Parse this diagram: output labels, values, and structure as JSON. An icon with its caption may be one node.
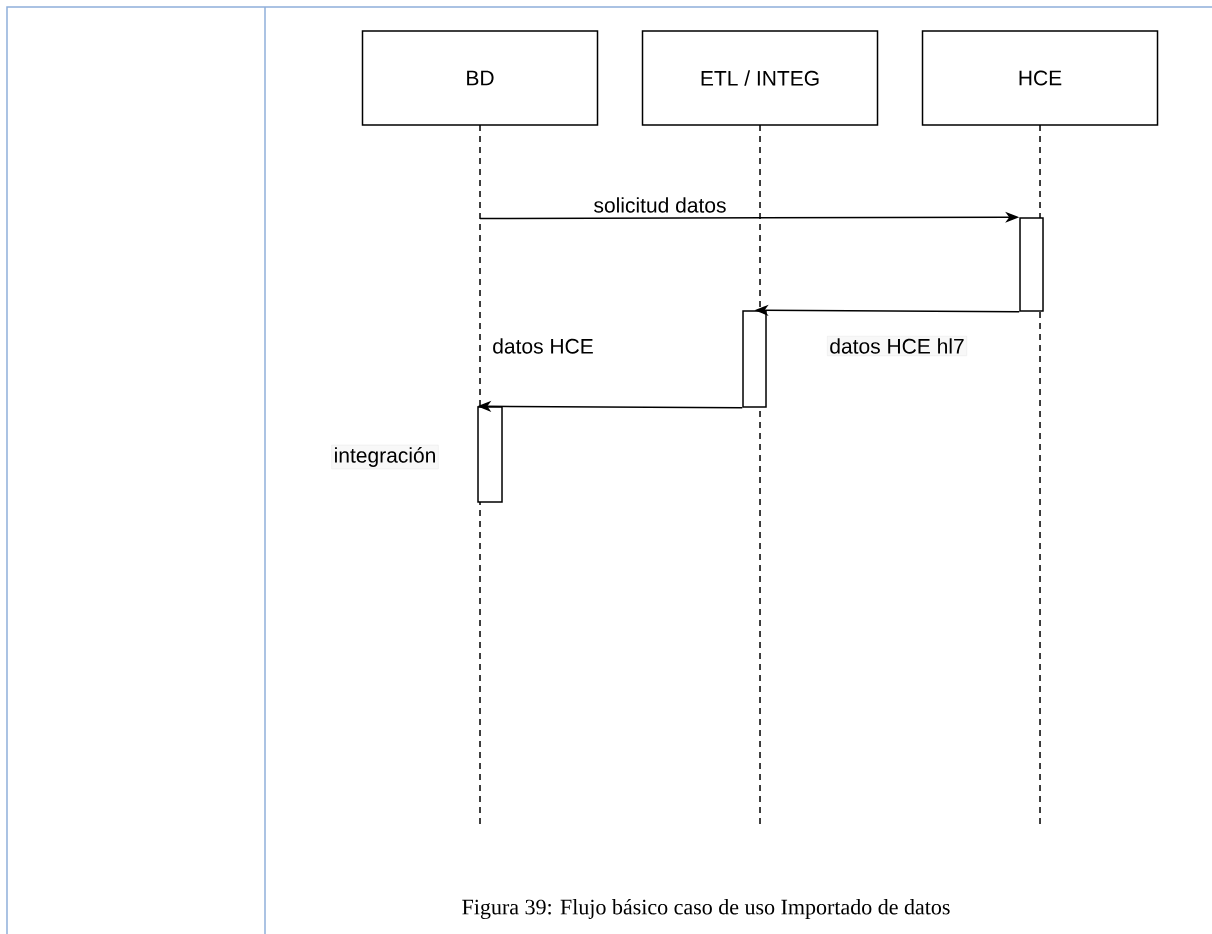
{
  "diagram": {
    "caption": "Figura 39: Flujo básico caso de uso Importado de datos",
    "nodes": [
      {
        "text": [
          "BD"
        ]
      },
      {
        "text": [
          "ETL / INTEG"
        ]
      },
      {
        "text": [
          "HCE"
        ]
      },
      {
        "text": [],
        "shape": "bar"
      },
      {
        "text": [],
        "shape": "bar"
      },
      {
        "text": [],
        "shape": "bar",
        "beside": [
          "integración"
        ]
      }
    ],
    "edges": [
      {
        "from": null,
        "to": 3,
        "arrow": "to",
        "label": "solicitud datos"
      },
      {
        "from": 3,
        "to": 4,
        "arrow": "to",
        "label": "datos HCE hl7"
      },
      {
        "from": 4,
        "to": 5,
        "arrow": "to",
        "label": "datos HCE"
      }
    ]
  }
}
